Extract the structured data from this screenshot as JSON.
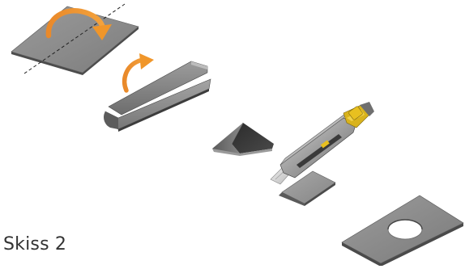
{
  "caption": "Skiss 2",
  "steps": [
    {
      "name": "flat-sheet",
      "action": "fold-along-dashed-line"
    },
    {
      "name": "folded-sheet",
      "action": "fold-again"
    },
    {
      "name": "folded-wedge",
      "action": "none"
    },
    {
      "name": "utility-knife",
      "action": "cut"
    },
    {
      "name": "cut-piece",
      "action": "none"
    },
    {
      "name": "sheet-with-hole",
      "action": "none"
    }
  ],
  "colors": {
    "sheet_face": "#8a8a8a",
    "sheet_edge": "#3a3a3a",
    "arrow": "#f0962a",
    "knife_yellow": "#e8c020",
    "caption_text": "#333333"
  },
  "icons": [
    "curved-arrow-icon",
    "curved-arrow-icon"
  ]
}
